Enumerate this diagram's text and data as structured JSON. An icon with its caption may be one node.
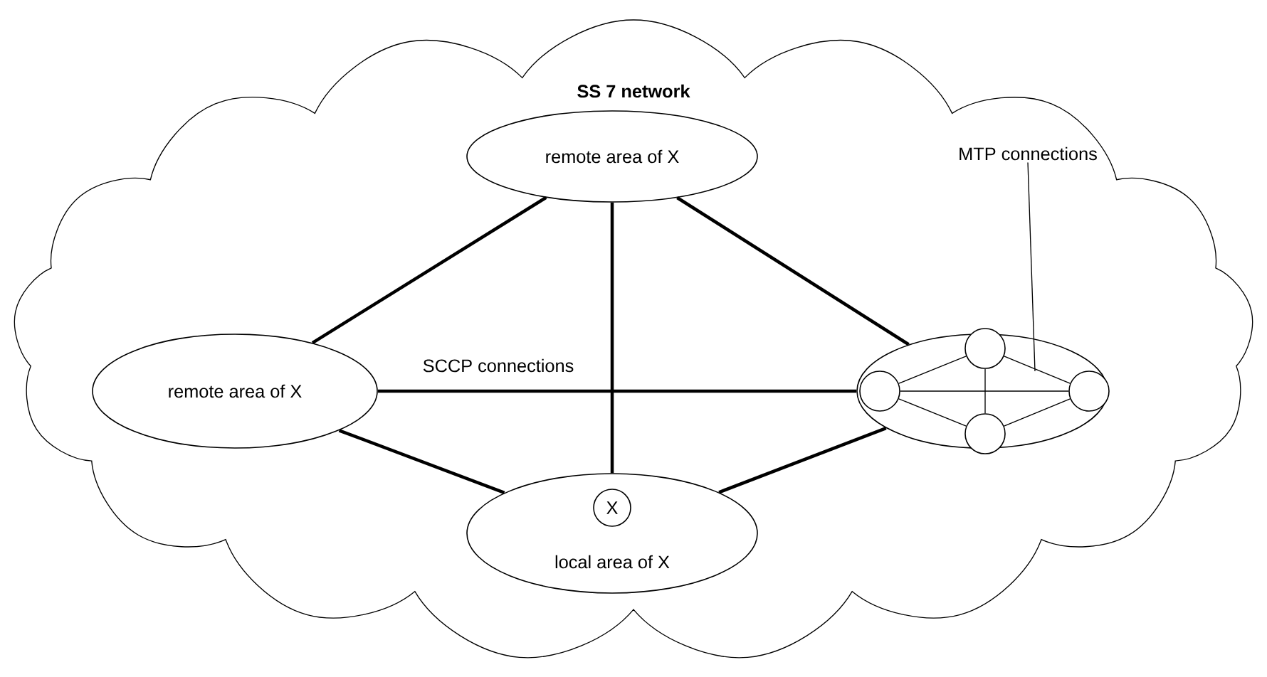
{
  "diagram": {
    "nodes": [
      {
        "text": [
          "SS 7 network"
        ]
      },
      {
        "text": [
          "remote area of X"
        ],
        "in": 0
      },
      {
        "text": [
          "remote area of X"
        ],
        "in": 0
      },
      {
        "text": [],
        "shape": "ellipse",
        "in": 0
      },
      {
        "text": [],
        "shape": "circle",
        "in": 3
      },
      {
        "text": [],
        "shape": "circle",
        "in": 3
      },
      {
        "text": [],
        "shape": "circle",
        "in": 3
      },
      {
        "text": [],
        "shape": "circle",
        "in": 3
      },
      {
        "text": [
          "local area of X"
        ],
        "in": 0
      },
      {
        "text": [
          "X"
        ],
        "in": 8
      },
      {
        "text": [
          "MTP connections"
        ],
        "in": 0
      }
    ],
    "edges": [
      {
        "from": 2,
        "to": 1,
        "arrow": "none",
        "style": "thick"
      },
      {
        "from": 1,
        "to": 3,
        "arrow": "none",
        "style": "thick"
      },
      {
        "from": 2,
        "to": 3,
        "arrow": "none",
        "style": "thick",
        "label": "SCCP connections"
      },
      {
        "from": 1,
        "to": 8,
        "arrow": "none",
        "style": "thick"
      },
      {
        "from": 2,
        "to": 8,
        "arrow": "none",
        "style": "thick"
      },
      {
        "from": 8,
        "to": 3,
        "arrow": "none",
        "style": "thick"
      },
      {
        "from": 4,
        "to": 5,
        "arrow": "none"
      },
      {
        "from": 4,
        "to": 6,
        "arrow": "none"
      },
      {
        "from": 4,
        "to": 7,
        "arrow": "none"
      },
      {
        "from": 5,
        "to": 6,
        "arrow": "none"
      },
      {
        "from": 5,
        "to": 7,
        "arrow": "none"
      },
      {
        "from": 6,
        "to": 7,
        "arrow": "none"
      },
      {
        "from": 10,
        "to": null,
        "arrow": "none"
      }
    ]
  }
}
